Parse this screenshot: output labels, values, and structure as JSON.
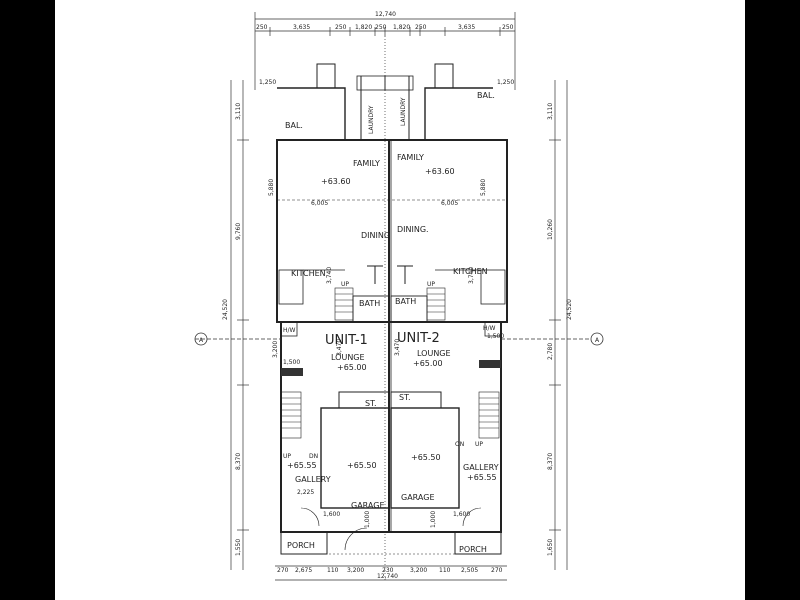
{
  "labels": {
    "unit1": "UNIT-1",
    "unit2": "UNIT-2",
    "family1": "FAMILY",
    "family2": "FAMILY",
    "dining1": "DINING",
    "dining2": "DINING.",
    "kitchen1": "KITCHEN",
    "kitchen2": "KITCHEN",
    "bath1": "BATH",
    "bath2": "BATH",
    "laundry1": "LAUNDRY",
    "laundry2": "LAUNDRY",
    "bal1": "BAL.",
    "bal2": "BAL.",
    "lounge1": "LOUNGE",
    "lounge2": "LOUNGE",
    "st1": "ST.",
    "st2": "ST.",
    "gallery1": "GALLERY",
    "gallery2": "GALLERY",
    "garage1": "GARAGE",
    "garage2": "GARAGE",
    "porch1": "PORCH",
    "porch2": "PORCH",
    "hw1": "H/W",
    "hw2": "H/W",
    "up1": "UP",
    "up2": "UP",
    "up3": "UP",
    "dn3": "DN",
    "on4": "ON",
    "up4": "UP",
    "sec_a_left": "A",
    "sec_a_right": "A"
  },
  "levels": {
    "fam1": "+63.60",
    "fam2": "+63.60",
    "lng1": "+65.00",
    "lng2": "+65.00",
    "gal1": "+65.55",
    "gal2": "+65.55",
    "gar1": "+65.50",
    "gar2": "+65.50"
  },
  "dims": {
    "top_total": "12,740",
    "bot_total": "12,740",
    "t1": "250",
    "t2": "3,635",
    "t3": "250",
    "t4": "1,820",
    "t5": "250",
    "t6": "1,820",
    "t7": "250",
    "t8": "3,635",
    "t9": "250",
    "b1": "270",
    "b2": "2,675",
    "b3": "110",
    "b4": "3,200",
    "b5": "230",
    "b6": "3,200",
    "b7": "110",
    "b8": "2,505",
    "b9": "270",
    "left_total": "24,520",
    "right_total": "24,520",
    "l_a": "3,110",
    "l_b": "9,760",
    "l_c": "8,370",
    "l_d": "1,550",
    "r_a": "3,110",
    "r_b": "10,260",
    "r_c": "2,780",
    "r_d": "8,370",
    "r_e": "1,650",
    "w1": "6,005",
    "w2": "6,005",
    "h1": "5,880",
    "h2": "5,880",
    "k1": "3,740",
    "k2": "3,740",
    "n1250a": "1,250",
    "n1250b": "1,250",
    "n1500a": "1,500",
    "n1500b": "1,500",
    "n3470a": "3,470",
    "n3470b": "3,470",
    "n3200l": "3,200",
    "gal_w": "2,225",
    "n1600a": "1,600",
    "n1600b": "1,600",
    "n1000a": "1,000",
    "n1000b": "1,000"
  }
}
